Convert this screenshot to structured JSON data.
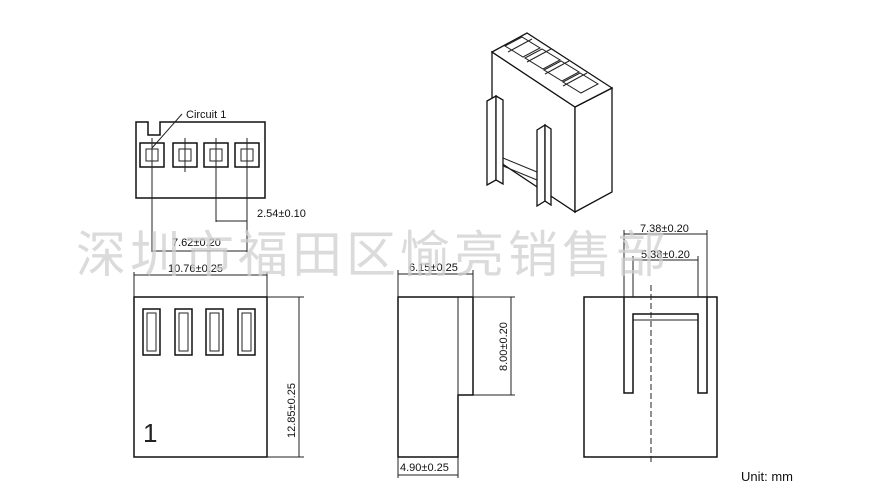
{
  "labels": {
    "circuit": "Circuit 1",
    "pitch": "2.54±0.10",
    "span": "7.62±0.20",
    "width": "10.76±0.25",
    "height": "12.85±0.25",
    "side_top": "6.15±0.25",
    "side_height": "8.00±0.20",
    "side_bottom": "4.90±0.25",
    "back_outer": "7.38±0.20",
    "back_inner": "5.38±0.20",
    "pin_number": "1",
    "unit": "Unit: mm"
  },
  "watermark": "深圳市福田区愉亮销售部"
}
